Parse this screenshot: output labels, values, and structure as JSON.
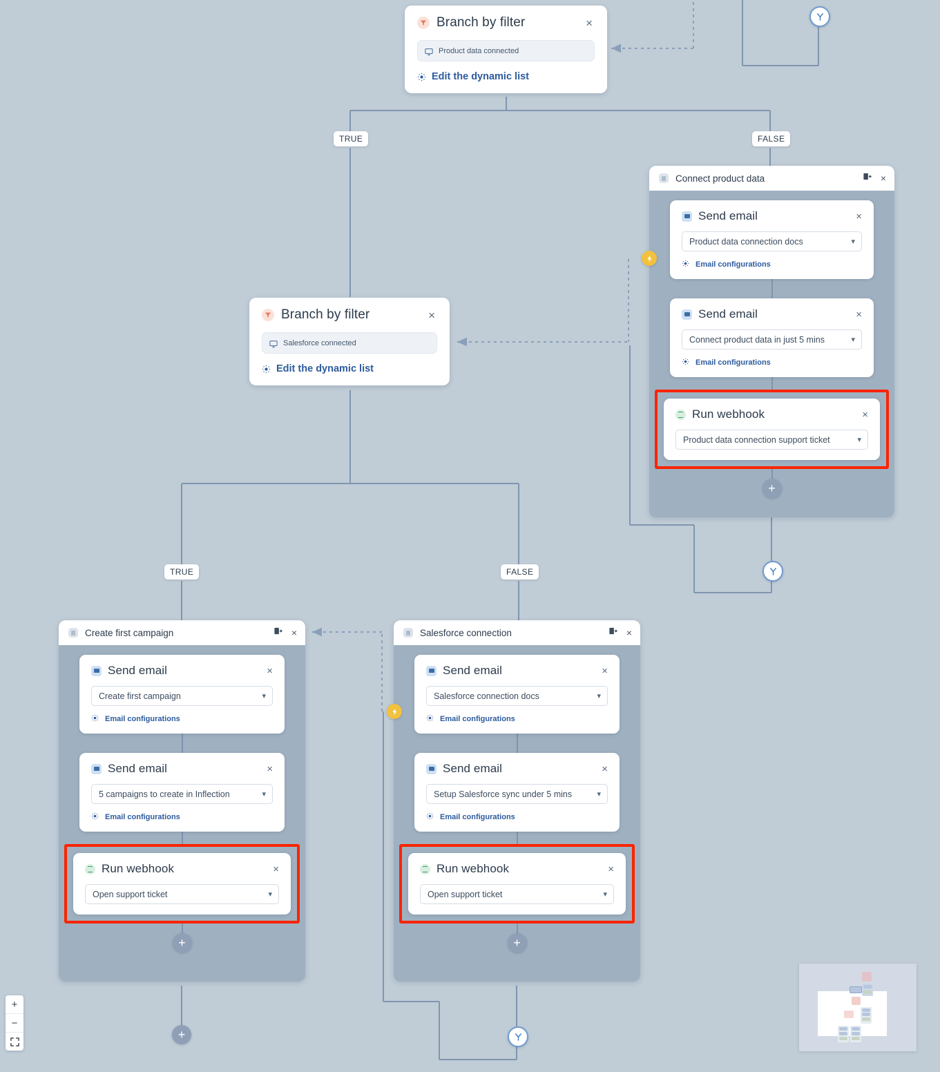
{
  "app": {
    "canvas_background": "#c0ccd6",
    "panel_background": "#9fb1c0",
    "highlight_color": "#fa2400",
    "link_color": "#2d5b9e"
  },
  "branch_nodes": [
    {
      "id": "branch-top",
      "title": "Branch by filter",
      "filter_label": "Product data connected",
      "edit_link": "Edit the dynamic list",
      "close_label": "×"
    },
    {
      "id": "branch-middle",
      "title": "Branch by filter",
      "filter_label": "Salesforce connected",
      "edit_link": "Edit the dynamic list",
      "close_label": "×"
    }
  ],
  "edge_labels": {
    "top_true": "TRUE",
    "top_false": "FALSE",
    "mid_true": "TRUE",
    "mid_false": "FALSE"
  },
  "groups": [
    {
      "id": "connect-product-data",
      "title": "Connect product data",
      "add_label": "+",
      "close_label": "×",
      "steps": [
        {
          "type": "email",
          "title": "Send email",
          "select_value": "Product data connection docs",
          "config_link": "Email configurations",
          "highlighted": false,
          "close_label": "×"
        },
        {
          "type": "email",
          "title": "Send email",
          "select_value": "Connect product data in just 5 mins",
          "config_link": "Email configurations",
          "highlighted": false,
          "close_label": "×"
        },
        {
          "type": "webhook",
          "title": "Run webhook",
          "select_value": "Product data connection support ticket",
          "config_link": null,
          "highlighted": true,
          "close_label": "×"
        }
      ]
    },
    {
      "id": "create-first-campaign",
      "title": "Create first campaign",
      "add_label": "+",
      "close_label": "×",
      "steps": [
        {
          "type": "email",
          "title": "Send email",
          "select_value": "Create first campaign",
          "config_link": "Email configurations",
          "highlighted": false,
          "close_label": "×"
        },
        {
          "type": "email",
          "title": "Send email",
          "select_value": "5 campaigns to create in Inflection",
          "config_link": "Email configurations",
          "highlighted": false,
          "close_label": "×"
        },
        {
          "type": "webhook",
          "title": "Run webhook",
          "select_value": "Open support ticket",
          "config_link": null,
          "highlighted": true,
          "close_label": "×"
        }
      ]
    },
    {
      "id": "salesforce-connection",
      "title": "Salesforce connection",
      "add_label": "+",
      "close_label": "×",
      "steps": [
        {
          "type": "email",
          "title": "Send email",
          "select_value": "Salesforce connection docs",
          "config_link": "Email configurations",
          "highlighted": false,
          "close_label": "×"
        },
        {
          "type": "email",
          "title": "Send email",
          "select_value": "Setup Salesforce sync under 5 mins",
          "config_link": "Email configurations",
          "highlighted": false,
          "close_label": "×"
        },
        {
          "type": "webhook",
          "title": "Run webhook",
          "select_value": "Open support ticket",
          "config_link": null,
          "highlighted": true,
          "close_label": "×"
        }
      ]
    }
  ],
  "standalone_add_buttons": [
    {
      "id": "add-under-create-first-campaign",
      "label": "+"
    }
  ],
  "zoom_controls": {
    "zoom_in": "+",
    "zoom_out": "−",
    "fit": "fit-screen"
  },
  "minimap": {
    "present": true
  }
}
